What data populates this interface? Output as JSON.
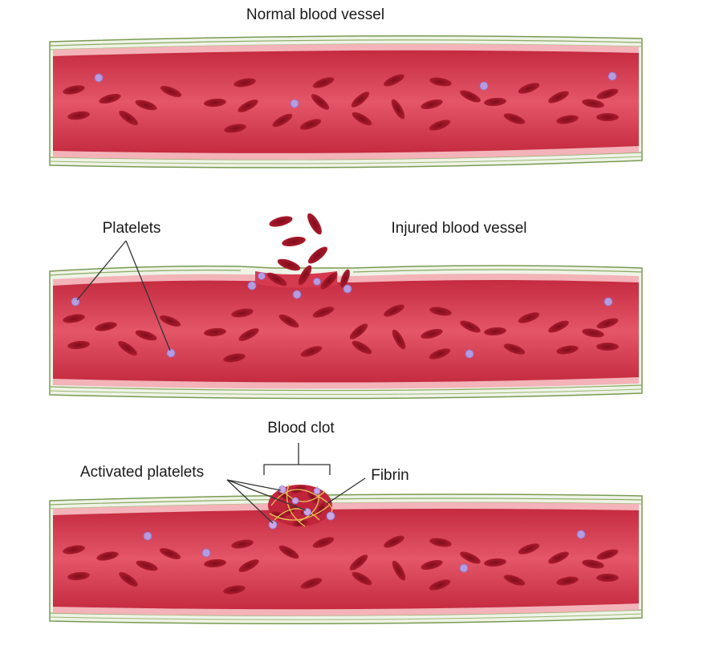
{
  "labels": {
    "normal_vessel": "Normal blood vessel",
    "injured_vessel": "Injured blood vessel",
    "platelets": "Platelets",
    "blood_clot": "Blood clot",
    "activated_platelets": "Activated platelets",
    "fibrin": "Fibrin"
  },
  "colors": {
    "blood": "#d63a4e",
    "blood_center": "#e35565",
    "vessel_wall": "#f0a9b0",
    "outer_tissue": "#7a9a52",
    "red_cell": "#a9182a",
    "platelet": "#b69bdf",
    "fibrin": "#e8c35a"
  }
}
